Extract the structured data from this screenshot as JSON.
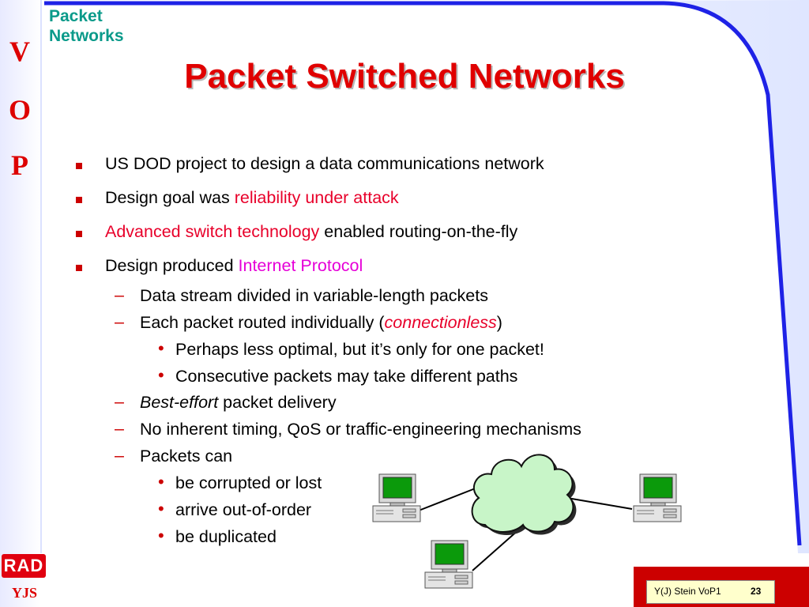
{
  "sidebar": {
    "letters": [
      "V",
      "O",
      "P"
    ],
    "yjs": "YJS",
    "logo_text": "RAD"
  },
  "header": {
    "section_title": "Packet Networks",
    "slide_title": "Packet Switched Networks"
  },
  "bullets": {
    "b1": "US DOD project to design a data communications network",
    "b2_pre": "Design goal was ",
    "b2_red": "reliability under attack",
    "b3_red": "Advanced switch technology",
    "b3_post": " enabled routing-on-the-fly",
    "b4_pre": "Design produced ",
    "b4_magenta": "Internet Protocol",
    "s1": "Data stream divided in variable-length packets",
    "s2_pre": "Each packet routed individually (",
    "s2_red": "connectionless",
    "s2_post": ")",
    "ss1": "Perhaps less optimal, but it’s only for one packet!",
    "ss2": "Consecutive packets may take different paths",
    "s3_ital": "Best-effort",
    "s3_post": " packet delivery",
    "s4": "No inherent timing, QoS or traffic-engineering mechanisms",
    "s5": "Packets can",
    "ss3": "be corrupted or lost",
    "ss4": "arrive out-of-order",
    "ss5": "be duplicated"
  },
  "footer": {
    "author": "Y(J) Stein VoP1",
    "page": "23"
  },
  "colors": {
    "accent_red": "#e00000",
    "highlight_red": "#e8002a",
    "magenta": "#e600d8",
    "teal": "#0a9a8a",
    "blue_border": "#1e22e6",
    "cloud_green": "#c8f5c8"
  },
  "diagram": {
    "cloud_icon": "cloud-icon",
    "computer_icon": "desktop-computer-icon"
  }
}
